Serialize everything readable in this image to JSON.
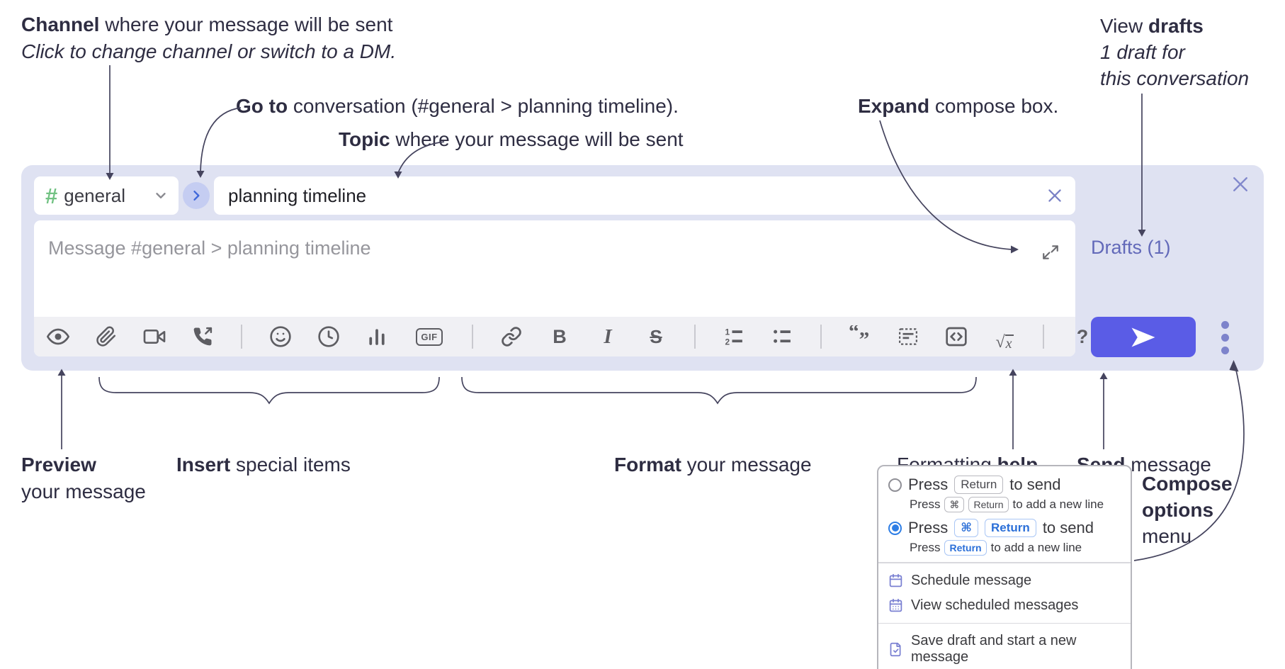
{
  "annotations": {
    "channel": {
      "bold": "Channel",
      "rest": " where your message will be sent",
      "sub_italic": "Click to change channel or switch to a DM."
    },
    "go_to": {
      "bold": "Go to",
      "rest": " conversation (#general > planning timeline)."
    },
    "topic": {
      "bold": "Topic",
      "rest": " where your message will be sent"
    },
    "view_drafts": {
      "prefix": "View ",
      "bold": "drafts",
      "line2": "1 draft for",
      "line3": "this conversation"
    },
    "expand": {
      "bold": "Expand",
      "rest": " compose box."
    },
    "preview": {
      "bold": "Preview",
      "line2": "your message"
    },
    "insert": {
      "bold": "Insert",
      "rest": " special items"
    },
    "format": {
      "bold": "Format",
      "rest": " your message"
    },
    "formatting_help": {
      "prefix": "Formatting ",
      "bold": "help"
    },
    "send": {
      "bold": "Send",
      "rest": " message"
    },
    "compose_options": {
      "line1_bold": "Compose",
      "line2_bold": "options",
      "line3": "menu"
    }
  },
  "compose": {
    "channel": {
      "hash": "#",
      "name": "general"
    },
    "topic_value": "planning timeline",
    "message_placeholder": "Message #general > planning timeline",
    "drafts_link": "Drafts (1)",
    "toolbar": {
      "gif": "GIF",
      "bold": "B",
      "italic": "I",
      "strike": "S",
      "help": "?",
      "ol_1": "1",
      "ol_2": "2",
      "math_radical": "√",
      "math_var": "x",
      "icon_names": [
        "preview-eye",
        "attach-paperclip",
        "video-call",
        "voice-call",
        "emoji-smiley",
        "time-clock",
        "poll-bar-chart",
        "gif",
        "link",
        "bold",
        "italic",
        "strikethrough",
        "numbered-list",
        "bulleted-list",
        "quote",
        "spoiler",
        "code",
        "math",
        "help"
      ]
    }
  },
  "options_menu": {
    "option_return": {
      "press": "Press",
      "key_return": "Return",
      "to_send": "to send",
      "sub_press": "Press",
      "sub_key_cmd": "⌘",
      "sub_key_return": "Return",
      "sub_rest": "to add a new line"
    },
    "option_cmd_return": {
      "press": "Press",
      "key_cmd": "⌘",
      "key_return": "Return",
      "to_send": "to send",
      "sub_press": "Press",
      "sub_key_return": "Return",
      "sub_rest": "to add a new line"
    },
    "items": [
      {
        "label": "Schedule message"
      },
      {
        "label": "View scheduled messages"
      },
      {
        "label": "Save draft and start a new message"
      }
    ]
  },
  "colors": {
    "send_button": "#5a5ce6",
    "drafts_link": "#6269b9",
    "channel_hash_green": "#72c283",
    "key_chip_blue": "#2b6fd8",
    "compose_background": "#dfe2f2"
  }
}
